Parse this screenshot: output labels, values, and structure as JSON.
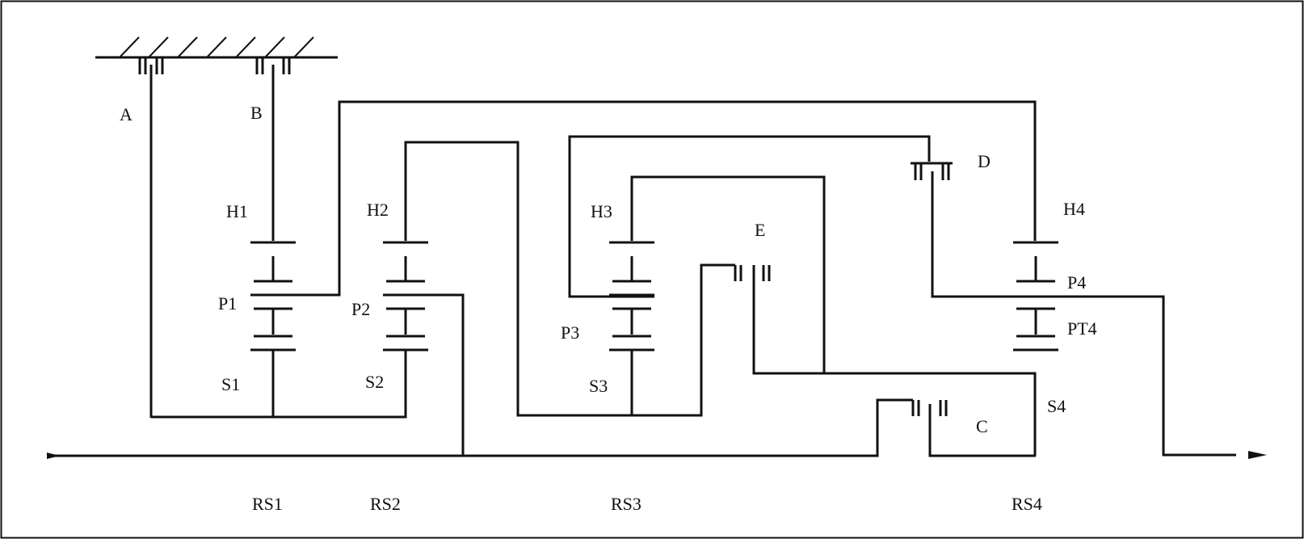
{
  "diagram": {
    "labels": {
      "A": "A",
      "B": "B",
      "C": "C",
      "D": "D",
      "E": "E",
      "H1": "H1",
      "H2": "H2",
      "H3": "H3",
      "H4": "H4",
      "P1": "P1",
      "P2": "P2",
      "P3": "P3",
      "P4": "P4",
      "PT4": "PT4",
      "S1": "S1",
      "S2": "S2",
      "S3": "S3",
      "S4": "S4",
      "RS1": "RS1",
      "RS2": "RS2",
      "RS3": "RS3",
      "RS4": "RS4"
    },
    "colors": {
      "line": "#111111",
      "background": "#ffffff"
    }
  }
}
